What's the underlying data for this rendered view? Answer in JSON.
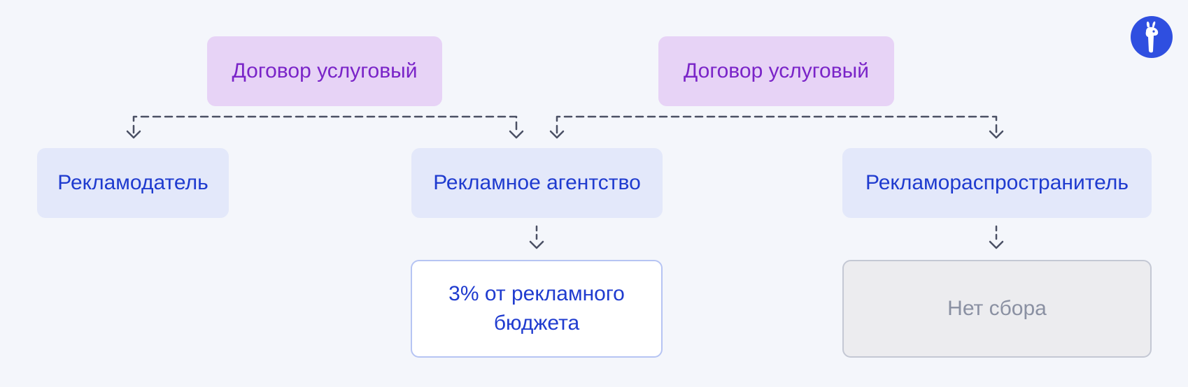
{
  "contracts": {
    "left": "Договор услуговый",
    "right": "Договор услуговый"
  },
  "parties": {
    "advertiser": "Рекламодатель",
    "agency": "Рекламное агентство",
    "distributor": "Рекламораспространитель"
  },
  "fees": {
    "agency": "3% от рекламного бюджета",
    "distributor": "Нет сбора"
  },
  "colors": {
    "background": "#f4f6fb",
    "contract_fill": "#e7d3f6",
    "contract_text": "#7a24c8",
    "party_fill": "#e3e8fa",
    "party_text": "#1f3bcf",
    "arrow": "#4a5064",
    "logo": "#2f4fe0"
  }
}
